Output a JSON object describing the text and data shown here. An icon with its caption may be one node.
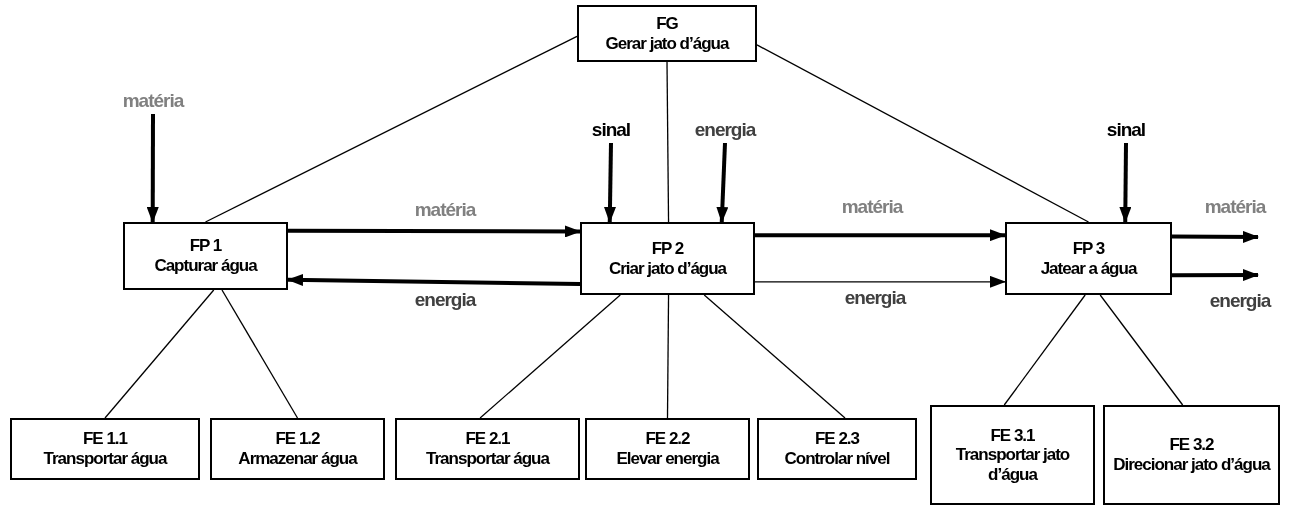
{
  "diagram": {
    "nodes": [
      {
        "text": [
          "FG",
          "Gerar jato d’água"
        ]
      },
      {
        "text": [
          "FP 1",
          "Capturar água"
        ]
      },
      {
        "text": [
          "FP 2",
          "Criar jato d’água"
        ]
      },
      {
        "text": [
          "FP 3",
          "Jatear a água"
        ]
      },
      {
        "text": [
          "FE 1.1",
          "Transportar água"
        ]
      },
      {
        "text": [
          "FE 1.2",
          "Armazenar água"
        ]
      },
      {
        "text": [
          "FE 2.1",
          "Transportar água"
        ]
      },
      {
        "text": [
          "FE 2.2",
          "Elevar energia"
        ]
      },
      {
        "text": [
          "FE 2.3",
          "Controlar nível"
        ]
      },
      {
        "text": [
          "FE 3.1",
          "Transportar jato d’água"
        ]
      },
      {
        "text": [
          "FE 3.2",
          "Direcionar jato d’água"
        ]
      },
      {
        "text": [
          "matéria"
        ]
      },
      {
        "text": [
          "sinal"
        ]
      },
      {
        "text": [
          "energia"
        ]
      },
      {
        "text": [
          "sinal"
        ]
      }
    ],
    "edges": [
      {
        "from": 0,
        "to": 1,
        "arrow": "none"
      },
      {
        "from": 0,
        "to": 2,
        "arrow": "none"
      },
      {
        "from": 0,
        "to": 3,
        "arrow": "none"
      },
      {
        "from": 1,
        "to": 4,
        "arrow": "none"
      },
      {
        "from": 1,
        "to": 5,
        "arrow": "none"
      },
      {
        "from": 2,
        "to": 6,
        "arrow": "none"
      },
      {
        "from": 2,
        "to": 7,
        "arrow": "none"
      },
      {
        "from": 2,
        "to": 8,
        "arrow": "none"
      },
      {
        "from": 3,
        "to": 9,
        "arrow": "none"
      },
      {
        "from": 3,
        "to": 10,
        "arrow": "none"
      },
      {
        "from": 11,
        "to": 1,
        "arrow": "to",
        "style": "thick"
      },
      {
        "from": 12,
        "to": 2,
        "arrow": "to",
        "style": "thick"
      },
      {
        "from": 13,
        "to": 2,
        "arrow": "to",
        "style": "thick"
      },
      {
        "from": 14,
        "to": 3,
        "arrow": "to",
        "style": "thick"
      },
      {
        "from": 1,
        "to": 2,
        "arrow": "to",
        "label": "matéria",
        "style": "thick"
      },
      {
        "from": 2,
        "to": 1,
        "arrow": "to",
        "label": "energia",
        "style": "thick"
      },
      {
        "from": 2,
        "to": 3,
        "arrow": "to",
        "label": "matéria",
        "style": "thick"
      },
      {
        "from": 2,
        "to": 3,
        "arrow": "to",
        "label": "energia"
      },
      {
        "from": 3,
        "to": null,
        "arrow": "to",
        "label": "matéria",
        "style": "thick"
      },
      {
        "from": 3,
        "to": null,
        "arrow": "to",
        "label": "energia",
        "style": "thick"
      }
    ]
  }
}
